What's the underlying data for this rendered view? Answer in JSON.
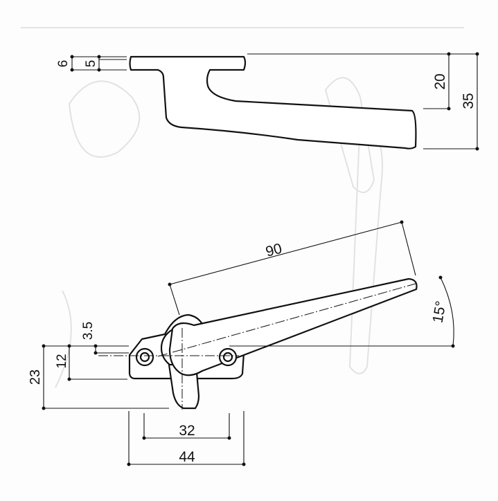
{
  "side_view": {
    "dims": {
      "d6": "6",
      "d5": "5",
      "d20": "20",
      "d35": "35"
    }
  },
  "top_view": {
    "dims": {
      "d90": "90",
      "d15": "15°",
      "d3_5": "3.5",
      "d12": "12",
      "d23": "23",
      "d32": "32",
      "d44": "44"
    }
  }
}
